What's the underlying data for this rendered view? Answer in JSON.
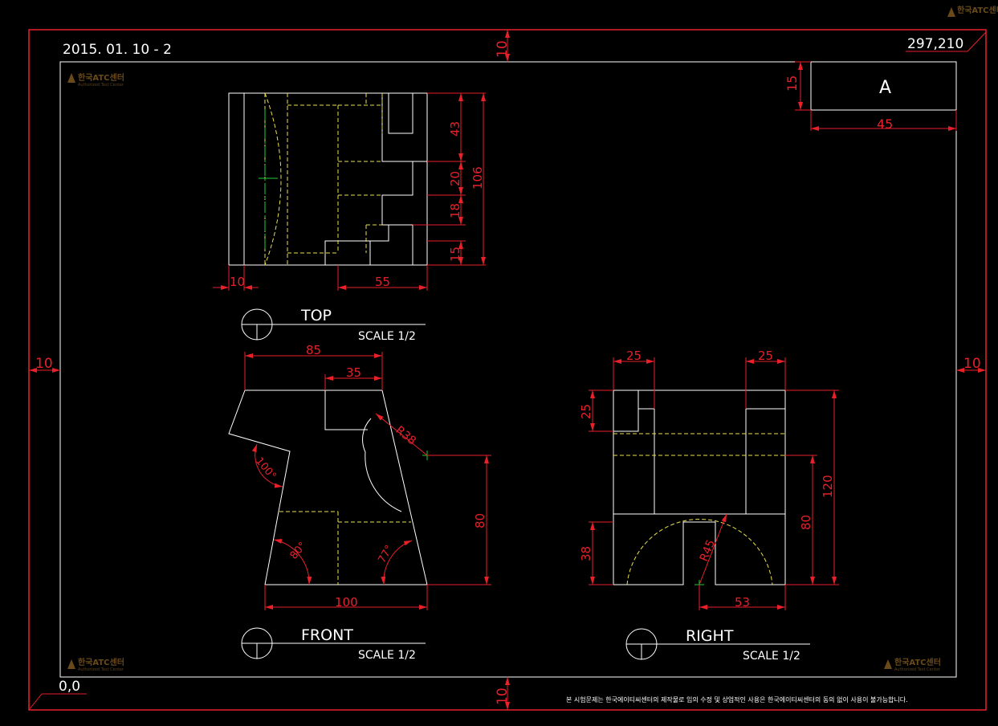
{
  "sheet": {
    "date_label": "2015. 01. 10 - 2",
    "size_label": "297,210",
    "origin_label": "0,0",
    "margin_top": "10",
    "margin_bottom": "10",
    "margin_left": "10",
    "margin_right": "10",
    "notice": "본 시험문제는 한국에이티씨센터의 제작물로 임의 수정 및 상업적인 사용은 한국에이티씨센터의 동의 없이 사용이 불가능합니다."
  },
  "watermark": {
    "title": "한국ATC센터",
    "subtitle": "Authorized Test Center"
  },
  "title_block": {
    "label": "A",
    "height_dim": "15",
    "width_dim": "45"
  },
  "views": {
    "top": {
      "name": "TOP",
      "scale": "SCALE 1/2",
      "dims": {
        "d43": "43",
        "d20": "20",
        "d18": "18",
        "d15": "15",
        "d106": "106",
        "d10": "10",
        "d55": "55"
      }
    },
    "front": {
      "name": "FRONT",
      "scale": "SCALE 1/2",
      "dims": {
        "d85": "85",
        "d35": "35",
        "r38": "R38",
        "a100": "100°",
        "d80": "80",
        "a80": "80°",
        "a77": "77°",
        "d100": "100"
      }
    },
    "right": {
      "name": "RIGHT",
      "scale": "SCALE 1/2",
      "dims": {
        "d25a": "25",
        "d25b": "25",
        "d25c": "25",
        "d120": "120",
        "d80": "80",
        "d38": "38",
        "r45": "R45",
        "d53": "53"
      }
    }
  }
}
